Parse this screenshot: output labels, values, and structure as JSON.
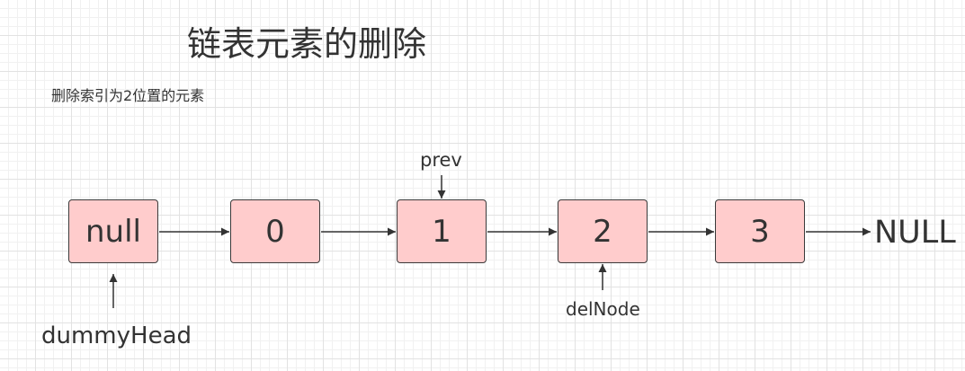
{
  "title": "链表元素的删除",
  "subtitle": "删除索引为2位置的元素",
  "nodes": [
    {
      "label": "null"
    },
    {
      "label": "0"
    },
    {
      "label": "1"
    },
    {
      "label": "2"
    },
    {
      "label": "3"
    }
  ],
  "terminal_label": "NULL",
  "pointers": {
    "dummy_head": "dummyHead",
    "prev": "prev",
    "del_node": "delNode"
  },
  "colors": {
    "node_fill": "#ffcccc",
    "node_border": "#3a3a3a",
    "arrow": "#333333",
    "text": "#333333"
  }
}
